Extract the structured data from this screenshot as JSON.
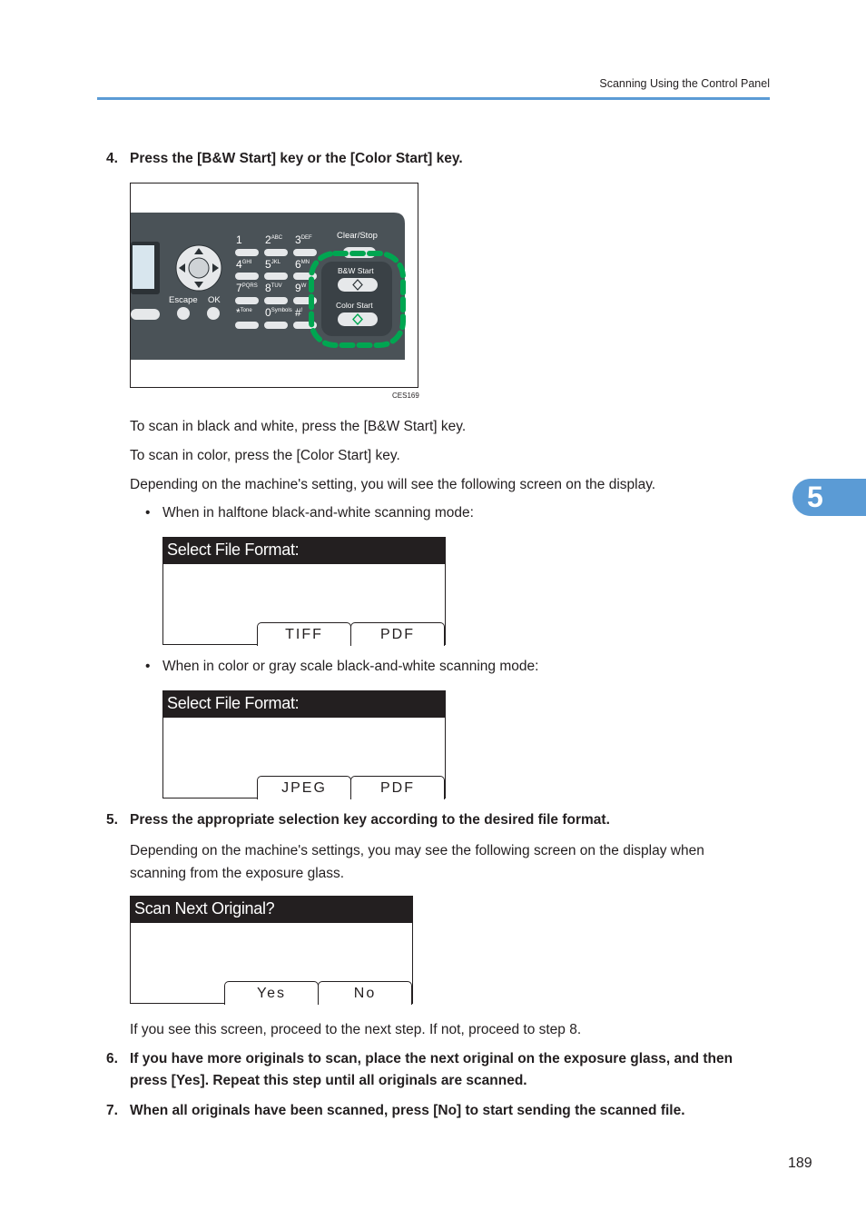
{
  "header": {
    "section_title": "Scanning Using the Control Panel"
  },
  "chapter_tab": {
    "number": "5"
  },
  "steps": [
    {
      "num": "4.",
      "text": "Press the [B&W Start] key or the [Color Start] key."
    },
    {
      "num": "5.",
      "text": "Press the appropriate selection key according to the desired file format."
    },
    {
      "num": "6.",
      "text": "If you have more originals to scan, place the next original on the exposure glass, and then press [Yes]. Repeat this step until all originals are scanned."
    },
    {
      "num": "7.",
      "text": "When all originals have been scanned, press [No] to start sending the scanned file."
    }
  ],
  "figure": {
    "id": "CES169",
    "keys": {
      "clear_stop": "Clear/Stop",
      "bw_start": "B&W Start",
      "color_start": "Color Start",
      "escape": "Escape",
      "ok": "OK",
      "keypad": [
        {
          "digit": "1",
          "letters": ""
        },
        {
          "digit": "2",
          "letters": "ABC"
        },
        {
          "digit": "3",
          "letters": "DEF"
        },
        {
          "digit": "4",
          "letters": "GHI"
        },
        {
          "digit": "5",
          "letters": "JKL"
        },
        {
          "digit": "6",
          "letters": "MN"
        },
        {
          "digit": "7",
          "letters": "PQRS"
        },
        {
          "digit": "8",
          "letters": "TUV"
        },
        {
          "digit": "9",
          "letters": "W"
        },
        {
          "digit": "*",
          "letters": "Tone"
        },
        {
          "digit": "0",
          "letters": "Symbols"
        },
        {
          "digit": "#",
          "letters": "!"
        }
      ]
    }
  },
  "paragraphs": {
    "bw": "To scan in black and white, press the [B&W Start] key.",
    "color": "To scan in color, press the [Color Start] key.",
    "depending": "Depending on the machine's setting, you will see the following screen on the display.",
    "depending2": "Depending on the machine's settings, you may see the following screen on the display when scanning from the exposure glass.",
    "if_see": "If you see this screen, proceed to the next step. If not, proceed to step 8."
  },
  "bullets": {
    "halftone": "When in halftone black-and-white scanning mode:",
    "color_gray": "When in color or gray scale black-and-white scanning mode:"
  },
  "screens": {
    "halftone": {
      "title": "Select File Format:",
      "keys": [
        "TIFF",
        "PDF"
      ]
    },
    "color_gray": {
      "title": "Select File Format:",
      "keys": [
        "JPEG",
        "PDF"
      ]
    },
    "scan_next": {
      "title": "Scan Next Original?",
      "keys": [
        "Yes",
        "No"
      ]
    }
  },
  "footer": {
    "page_number": "189"
  },
  "colors": {
    "accent": "#5b9bd5",
    "panel": "#4a5257",
    "highlight": "#00a651"
  }
}
